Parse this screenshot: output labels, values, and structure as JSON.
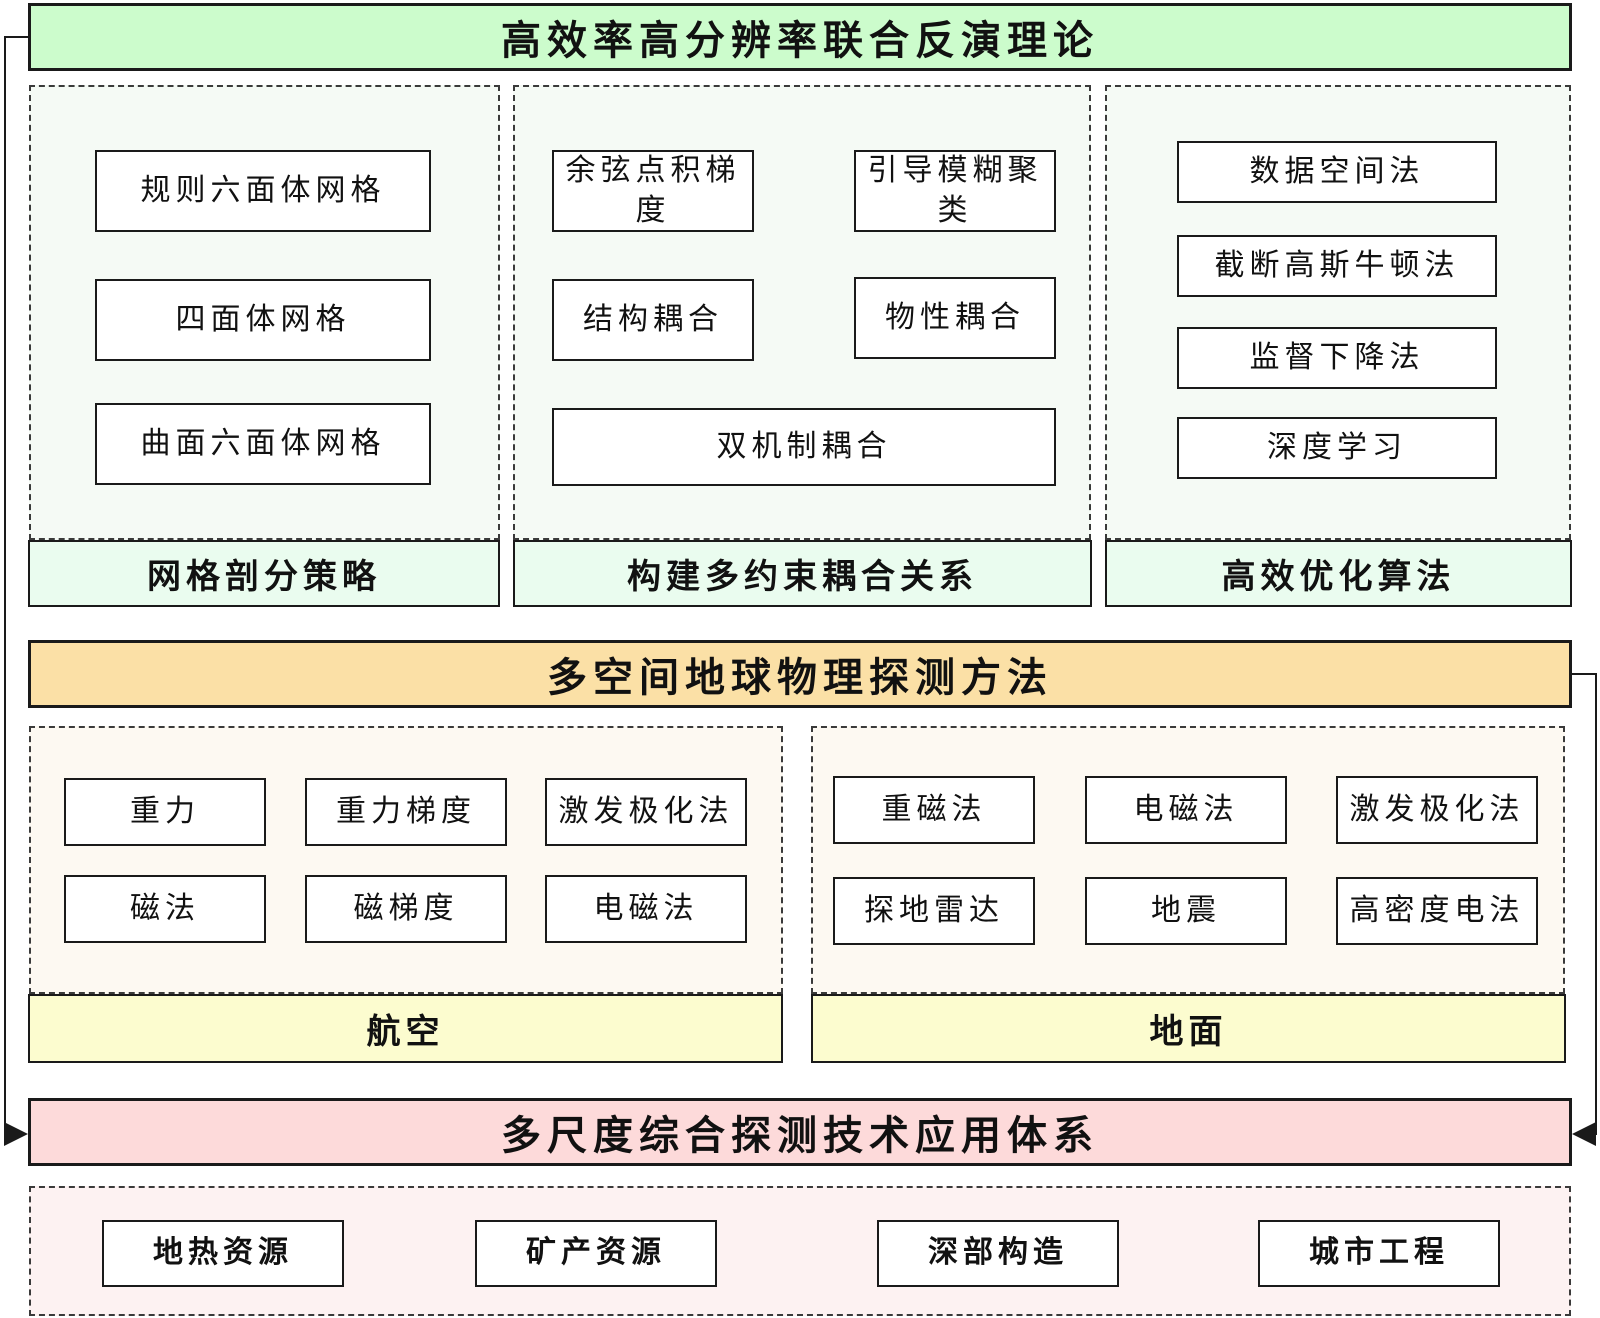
{
  "top_title": "高效率高分辨率联合反演理论",
  "sections": {
    "mesh": {
      "label": "网格剖分策略",
      "items": [
        "规则六面体网格",
        "四面体网格",
        "曲面六面体网格"
      ]
    },
    "coupling": {
      "label": "构建多约束耦合关系",
      "items": [
        "余弦点积梯度",
        "引导模糊聚类",
        "结构耦合",
        "物性耦合",
        "双机制耦合"
      ]
    },
    "optimization": {
      "label": "高效优化算法",
      "items": [
        "数据空间法",
        "截断高斯牛顿法",
        "监督下降法",
        "深度学习"
      ]
    }
  },
  "middle_title": "多空间地球物理探测方法",
  "airborne": {
    "label": "航空",
    "items": [
      "重力",
      "重力梯度",
      "激发极化法",
      "磁法",
      "磁梯度",
      "电磁法"
    ]
  },
  "ground": {
    "label": "地面",
    "items": [
      "重磁法",
      "电磁法",
      "激发极化法",
      "探地雷达",
      "地震",
      "高密度电法"
    ]
  },
  "bottom_title": "多尺度综合探测技术应用体系",
  "applications": [
    "地热资源",
    "矿产资源",
    "深部构造",
    "城市工程"
  ],
  "colors": {
    "green_header": "#ccfccc",
    "green_panel": "#f5faf5",
    "green_label": "#eafcef",
    "orange_header": "#fbe0a6",
    "orange_panel": "#fdf9f2",
    "yellow_label": "#fcfccf",
    "pink_header": "#fddada",
    "pink_panel": "#fdf2f2"
  }
}
